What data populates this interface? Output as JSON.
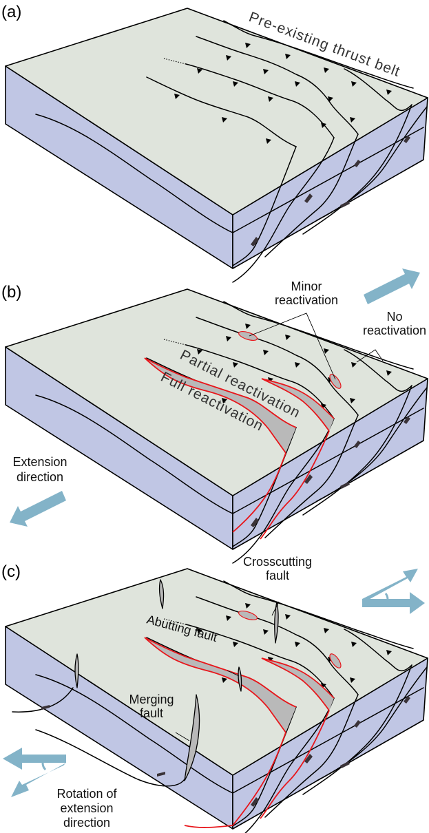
{
  "figure": {
    "panels": [
      {
        "id": "a",
        "label": "(a)",
        "title": "Pre-existing thrust belt"
      },
      {
        "id": "b",
        "label": "(b)",
        "annotations": {
          "minor": [
            "Minor",
            "reactivation"
          ],
          "none": [
            "No",
            "reactivation"
          ],
          "partial": "Partial reactivation",
          "full": "Full reactivation",
          "extension": [
            "Extension",
            "direction"
          ]
        }
      },
      {
        "id": "c",
        "label": "(c)",
        "annotations": {
          "crosscutting": [
            "Crosscutting",
            "fault"
          ],
          "abutting": "Abutting fault",
          "merging": [
            "Merging",
            "fault"
          ],
          "rotation": [
            "Rotation of",
            "extension",
            "direction"
          ]
        }
      }
    ],
    "colors": {
      "top_surface": "#dfe4dc",
      "block_side": "#c0c6e4",
      "reactivated_fault": "#e8161b",
      "fault_plane": "#b9b9b9",
      "extension_arrow": "#83b3c8"
    }
  }
}
